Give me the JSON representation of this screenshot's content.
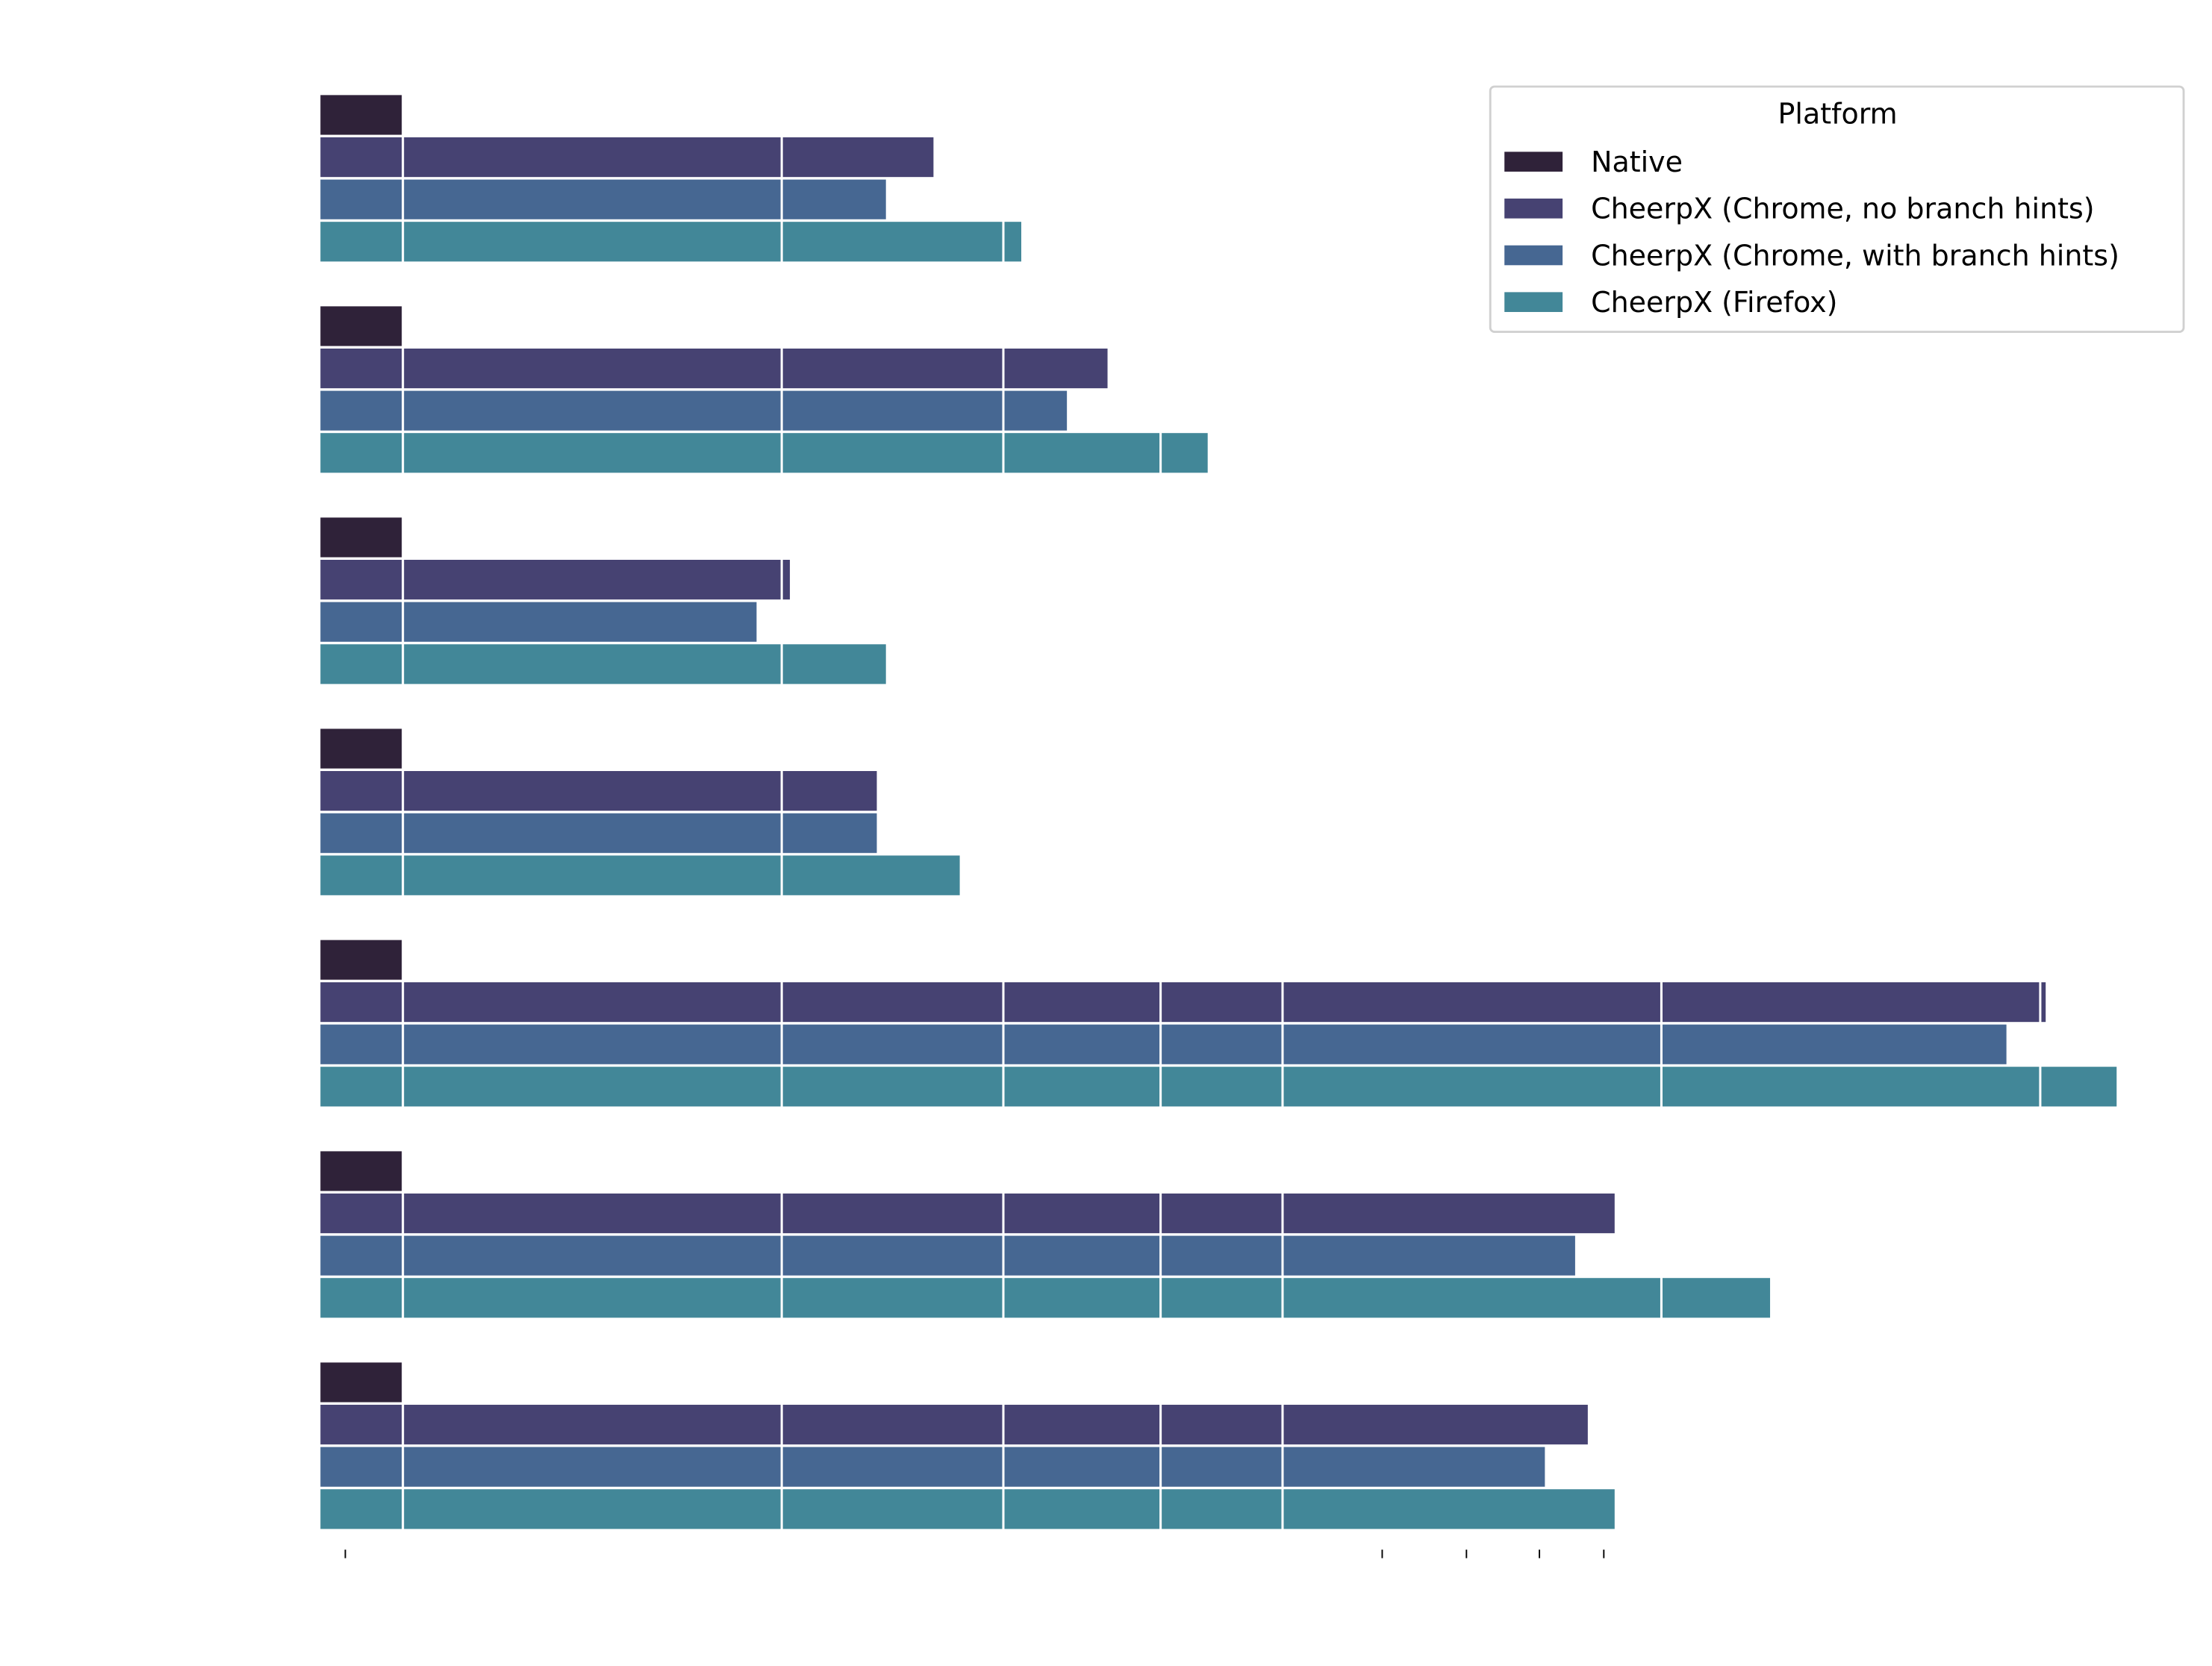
{
  "chart_data": {
    "type": "bar",
    "orientation": "horizontal",
    "x_scale": "log",
    "xlim": [
      0.86,
      26
    ],
    "gridlines_x": [
      1,
      2,
      3,
      4,
      5,
      10,
      20
    ],
    "grid_color": "#ffffff",
    "minor_ticks_x": [
      0.9,
      6,
      7,
      8,
      9
    ],
    "categories": [
      "",
      "",
      "",
      "",
      "",
      "",
      ""
    ],
    "legend": {
      "title": "Platform",
      "placement": "top-right"
    },
    "series": [
      {
        "name": "Native",
        "color": "#2f2239",
        "values": [
          1,
          1,
          1,
          1,
          1,
          1,
          1
        ]
      },
      {
        "name": "CheerpX (Chrome, no branch hints)",
        "color": "#464272",
        "values": [
          2.64,
          3.63,
          2.03,
          2.38,
          20.2,
          9.18,
          8.74
        ]
      },
      {
        "name": "CheerpX (Chrome, with branch hints)",
        "color": "#466792",
        "values": [
          2.42,
          3.37,
          1.91,
          2.38,
          18.8,
          8.54,
          8.08
        ]
      },
      {
        "name": "CheerpX (Firefox)",
        "color": "#428798",
        "values": [
          3.1,
          4.36,
          2.42,
          2.77,
          23.0,
          12.2,
          9.18
        ]
      }
    ]
  }
}
